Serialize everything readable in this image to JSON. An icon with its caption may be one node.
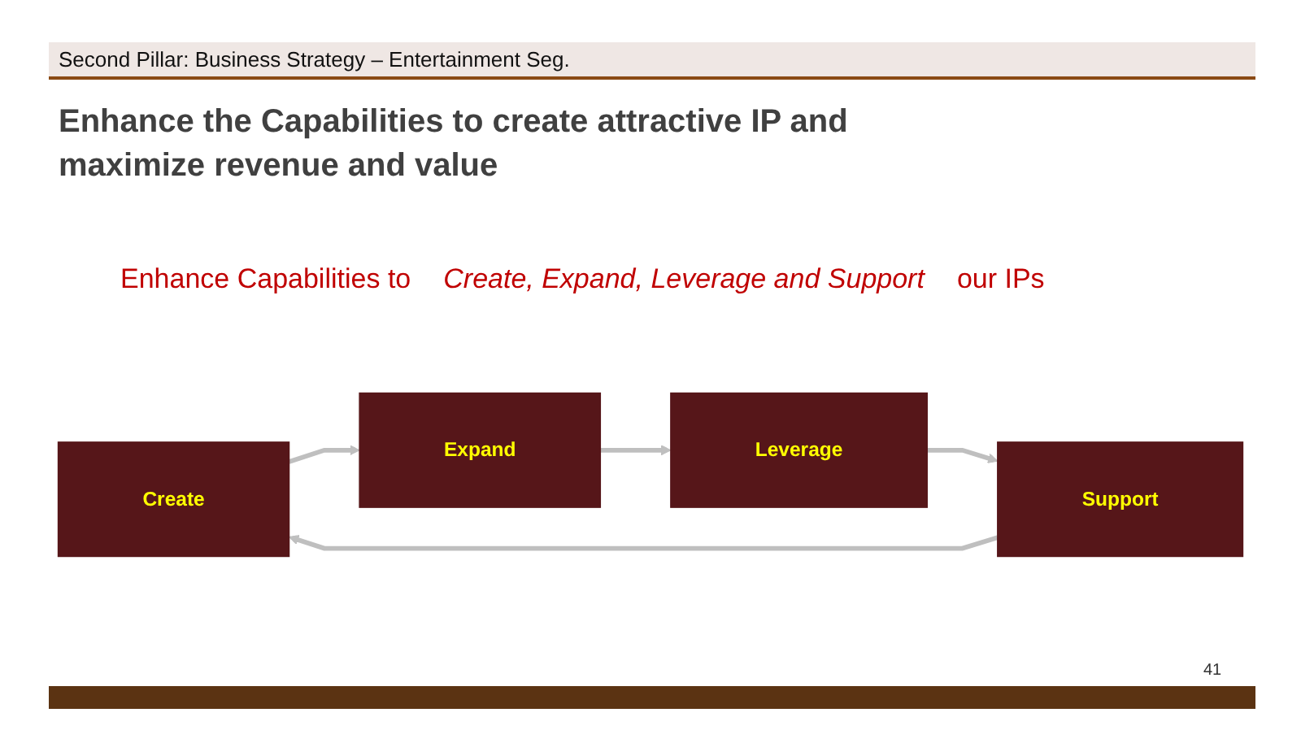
{
  "diagram": {
    "title": "Enhance the Capabilities to create attractive IP and maximize revenue and value",
    "nodes": [
      {
        "text": [
          "Create"
        ]
      },
      {
        "text": [
          "Expand"
        ]
      },
      {
        "text": [
          "Leverage"
        ]
      },
      {
        "text": [
          "Support"
        ]
      }
    ],
    "edges": [
      {
        "from": 0,
        "to": 1,
        "arrow": "to"
      },
      {
        "from": 1,
        "to": 2,
        "arrow": "to"
      },
      {
        "from": 2,
        "to": 3,
        "arrow": "to"
      },
      {
        "from": 3,
        "to": 0,
        "arrow": "to"
      }
    ],
    "labels": [
      "Second Pillar: Business Strategy – Entertainment Seg.",
      "Enhance Capabilities to",
      "Create, Expand, Leverage and Support",
      "our IPs",
      "41"
    ]
  }
}
